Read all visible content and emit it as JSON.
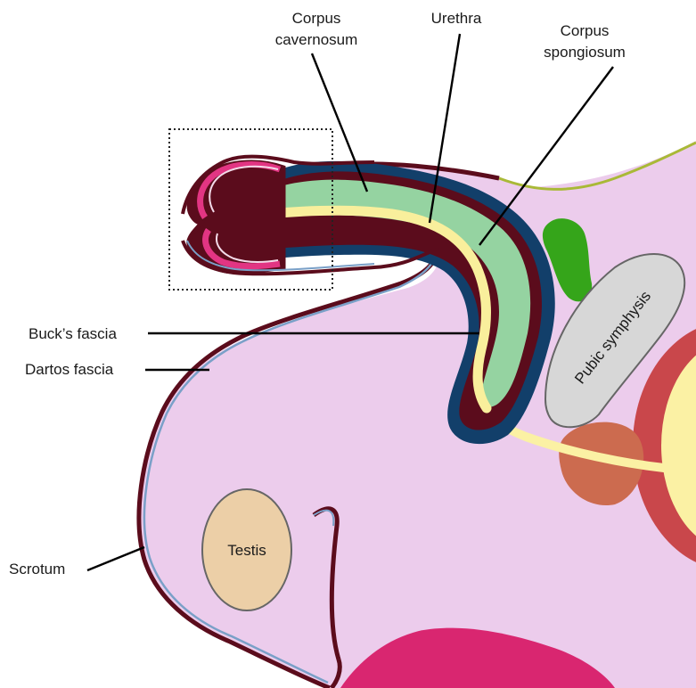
{
  "labels": {
    "corpus_cavernosum_1": "Corpus",
    "corpus_cavernosum_2": "cavernosum",
    "urethra": "Urethra",
    "corpus_spongiosum_1": "Corpus",
    "corpus_spongiosum_2": "spongiosum",
    "bucks_fascia": "Buck’s fascia",
    "dartos_fascia": "Dartos fascia",
    "scrotum": "Scrotum",
    "testis": "Testis",
    "pubic_symphysis": "Pubic symphysis"
  },
  "colors": {
    "background_tissue": "#ecccec",
    "dartos_outline": "#5b0c1c",
    "dartos_inner_line": "#7aa0c8",
    "bucks_fascia": "#123f6a",
    "tunica_dark": "#5b0c1c",
    "corpus_cavernosum": "#95d3a1",
    "urethra": "#f9ef9c",
    "glans_pink": "#e23583",
    "testis": "#eccfa7",
    "pubic_symphysis": "#d7d7d7",
    "green_muscle": "#35a51a",
    "prostate": "#cc6b4f",
    "bladder_wall": "#c9474b",
    "bladder_lumen": "#fbf1a4",
    "abdominal_line": "#a9b937",
    "perineal_pink": "#d92670"
  }
}
